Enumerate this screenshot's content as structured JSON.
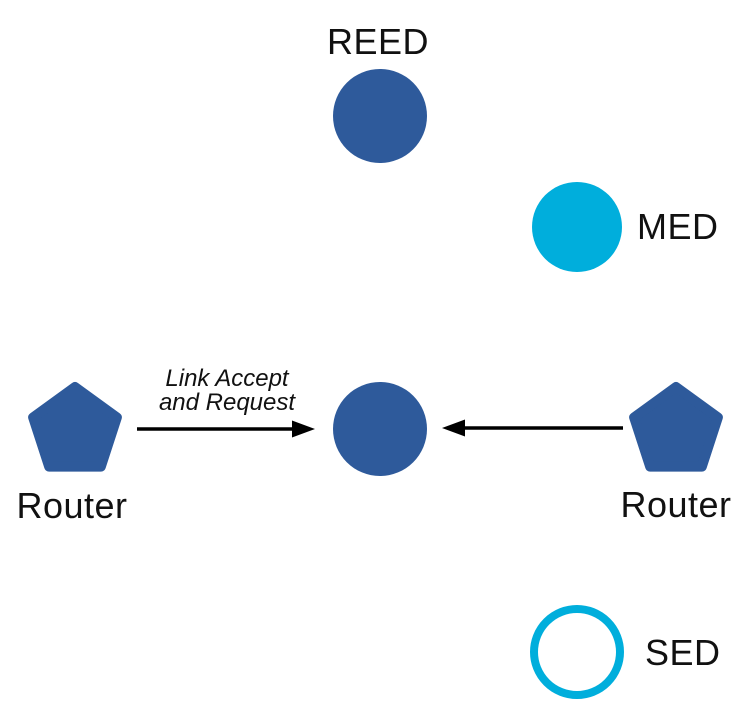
{
  "colors": {
    "node_blue": "#2E5A9B",
    "node_cyan": "#00AEDC"
  },
  "labels": {
    "reed": "REED",
    "med": "MED",
    "router_left": "Router",
    "router_right": "Router",
    "sed": "SED"
  },
  "edge_label": {
    "line1": "Link Accept",
    "line2": "and Request"
  }
}
